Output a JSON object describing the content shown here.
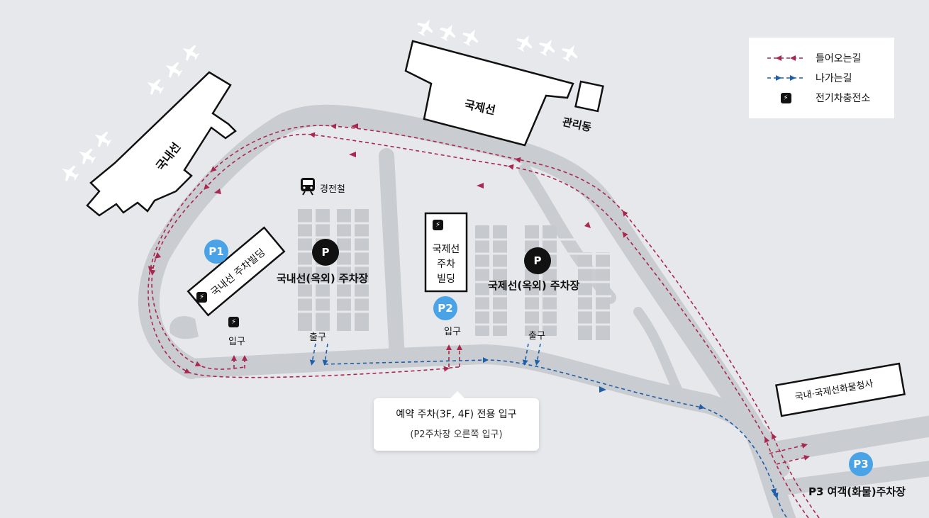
{
  "map": {
    "buildings": {
      "domestic_terminal": "국내선",
      "international_terminal": "국제선",
      "admin_building": "관리동",
      "domestic_parking_building": "국내선 주차빌딩",
      "international_parking_building": [
        "국제선",
        "주차",
        "빌딩"
      ],
      "cargo_office": "국내·국제선화물청사"
    },
    "parking_lots": {
      "domestic_outdoor": "국내선(옥외) 주차장",
      "international_outdoor": "국제선(옥외) 주차장",
      "p3": "P3 여객(화물)주차장"
    },
    "badges": {
      "p1": "P1",
      "p2": "P2",
      "p3": "P3",
      "parking": "P"
    },
    "labels": {
      "light_rail": "경전철",
      "entrance": "입구",
      "exit": "출구"
    },
    "callout": {
      "line1": "예약 주차(3F, 4F) 전용 입구",
      "line2": "(P2주차장 오른쪽 입구)"
    },
    "icons": {
      "charger": "lightning-icon",
      "train": "train-icon"
    }
  },
  "legend": {
    "inbound": "들어오는길",
    "outbound": "나가는길",
    "charger": "전기차충전소"
  },
  "colors": {
    "background": "#e6e8eb",
    "road": "#c9ccd0",
    "inbound": "#a8284f",
    "outbound": "#1f5fa8",
    "badge_blue": "#4aa3e6",
    "parking_grid": "#c6c9cd"
  }
}
